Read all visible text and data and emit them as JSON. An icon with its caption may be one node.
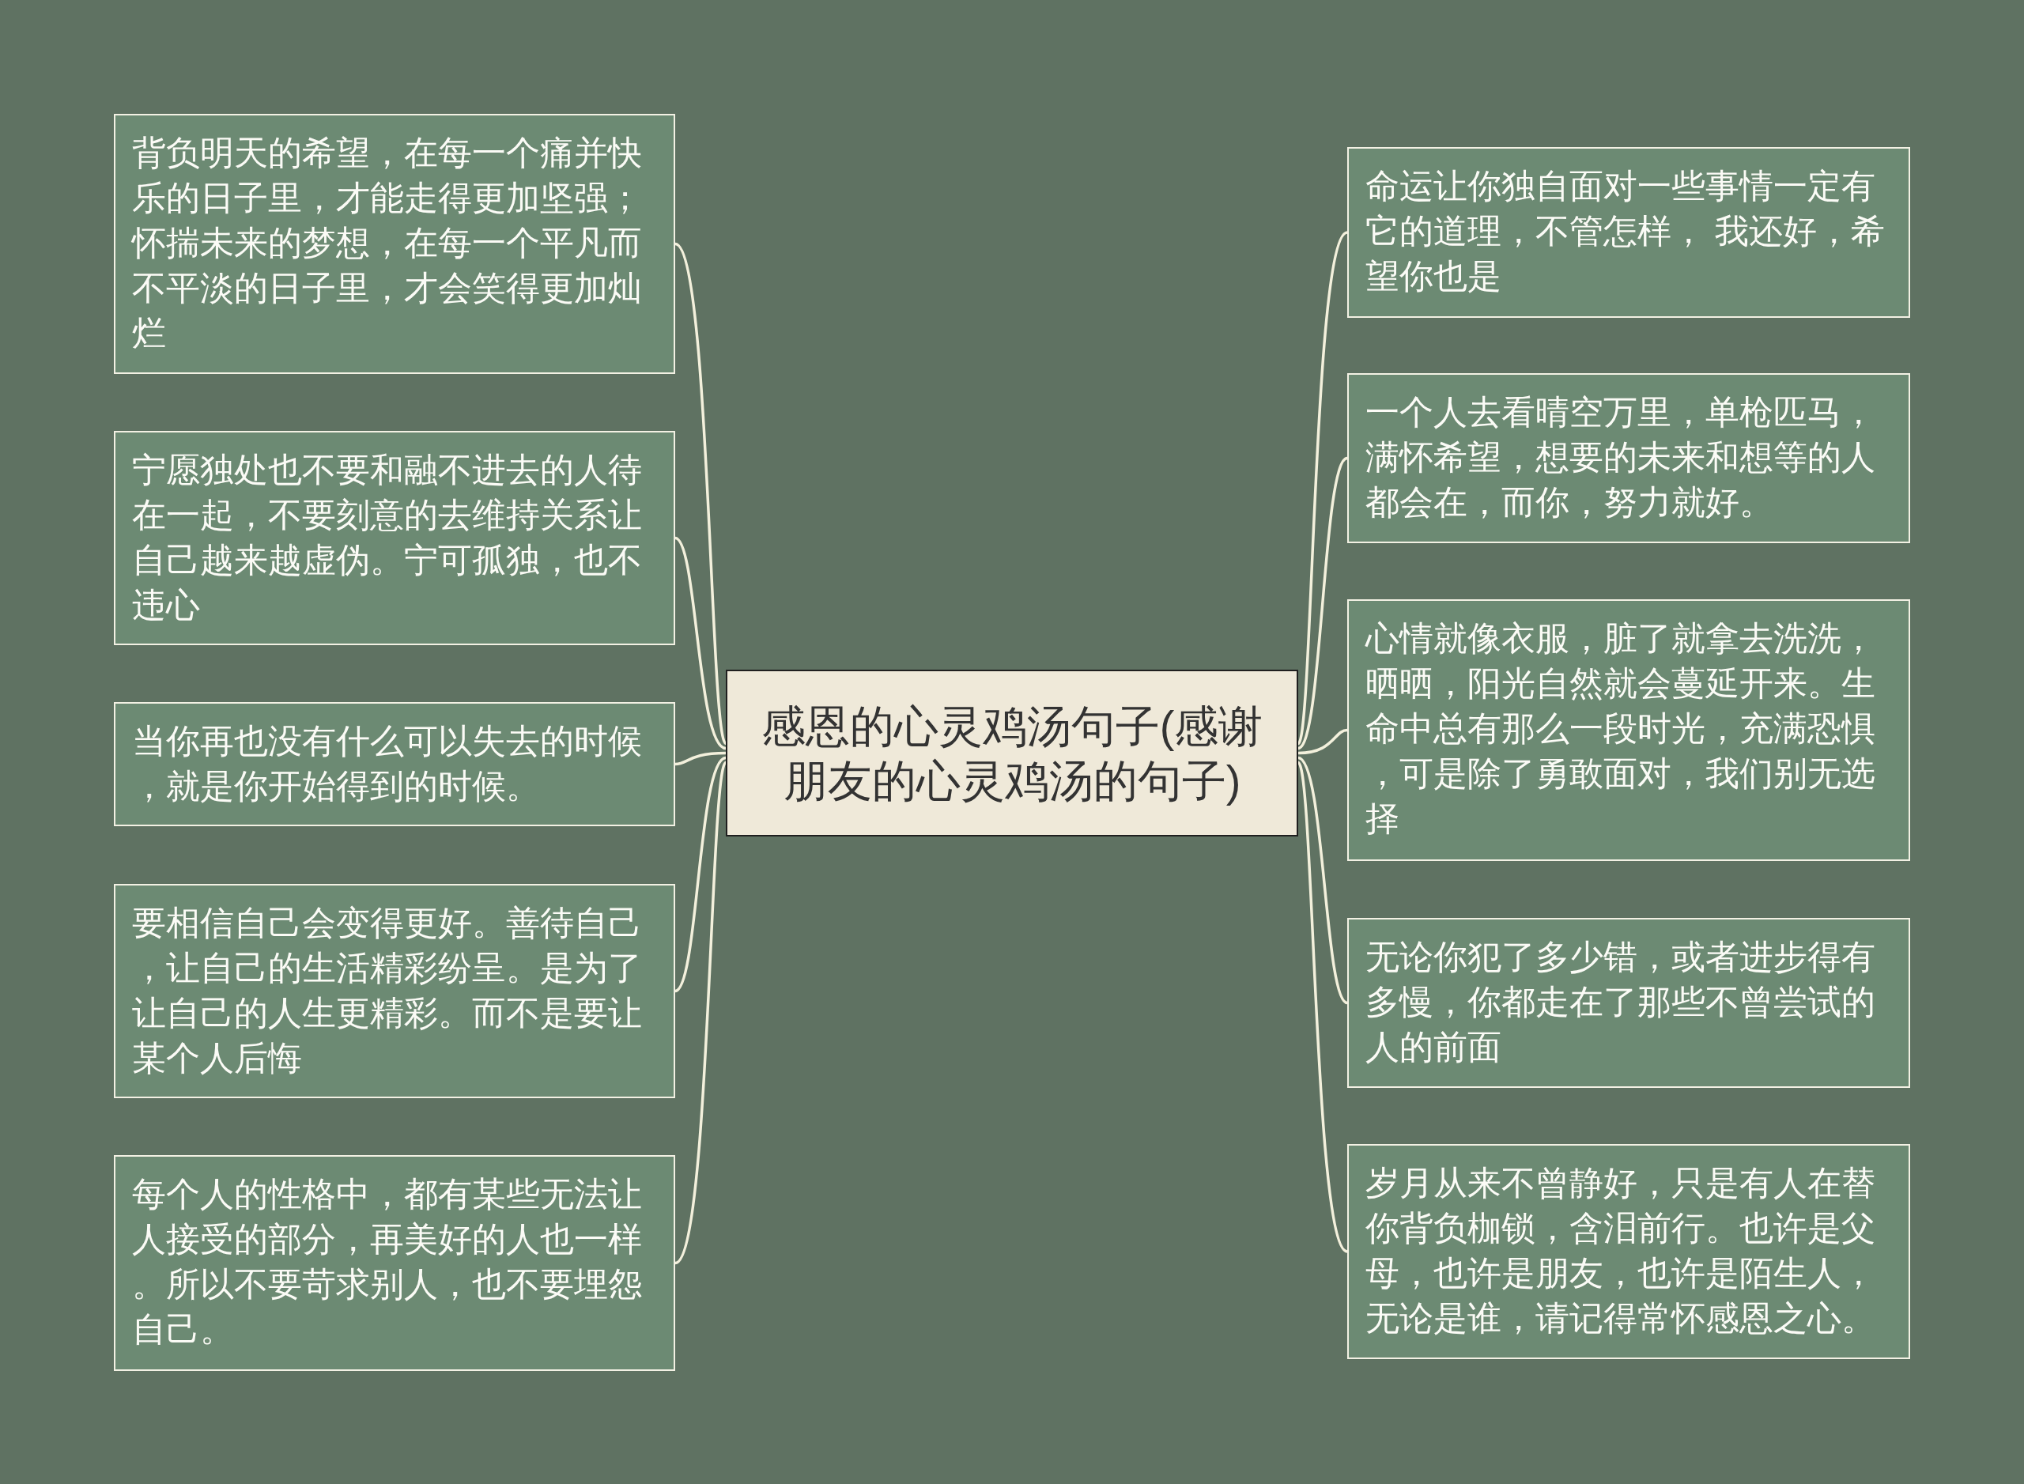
{
  "diagram": {
    "nodes": [
      {
        "text": [
          "感恩的心灵鸡汤句子(感谢朋友的心灵鸡汤的句子)"
        ]
      },
      {
        "text": [
          "背负明天的希望，在每一个痛并快乐的日子里，才能走得更加坚强；怀揣未来的梦想，在每一个平凡而不平淡的日子里，才会笑得更加灿烂"
        ]
      },
      {
        "text": [
          "宁愿独处也不要和融不进去的人待在一起，不要刻意的去维持关系让自己越来越虚伪。宁可孤独，也不违心"
        ]
      },
      {
        "text": [
          "当你再也没有什么可以失去的时候，就是你开始得到的时候。"
        ]
      },
      {
        "text": [
          "要相信自己会变得更好。善待自己，让自己的生活精彩纷呈。是为了让自己的人生更精彩。而不是要让某个人后悔"
        ]
      },
      {
        "text": [
          "每个人的性格中，都有某些无法让人接受的部分，再美好的人也一样。所以不要苛求别人，也不要埋怨自己。"
        ]
      },
      {
        "text": [
          "命运让你独自面对一些事情一定有它的道理，不管怎样， 我还好，希望你也是"
        ]
      },
      {
        "text": [
          "一个人去看晴空万里，单枪匹马，满怀希望，想要的未来和想等的人都会在，而你，努力就好。"
        ]
      },
      {
        "text": [
          "心情就像衣服，脏了就拿去洗洗，晒晒，阳光自然就会蔓延开来。生命中总有那么一段时光，充满恐惧，可是除了勇敢面对，我们别无选择"
        ]
      },
      {
        "text": [
          "无论你犯了多少错，或者进步得有多慢，你都走在了那些不曾尝试的人的前面"
        ]
      },
      {
        "text": [
          "岁月从来不曾静好，只是有人在替你背负枷锁，含泪前行。也许是父母，也许是朋友，也许是陌生人，无论是谁，请记得常怀感恩之心。"
        ]
      }
    ],
    "edges": [
      {
        "from": 0,
        "to": 1,
        "arrow": "none"
      },
      {
        "from": 0,
        "to": 2,
        "arrow": "none"
      },
      {
        "from": 0,
        "to": 3,
        "arrow": "none"
      },
      {
        "from": 0,
        "to": 4,
        "arrow": "none"
      },
      {
        "from": 0,
        "to": 5,
        "arrow": "none"
      },
      {
        "from": 0,
        "to": 6,
        "arrow": "none"
      },
      {
        "from": 0,
        "to": 7,
        "arrow": "none"
      },
      {
        "from": 0,
        "to": 8,
        "arrow": "none"
      },
      {
        "from": 0,
        "to": 9,
        "arrow": "none"
      },
      {
        "from": 0,
        "to": 10,
        "arrow": "none"
      }
    ]
  }
}
